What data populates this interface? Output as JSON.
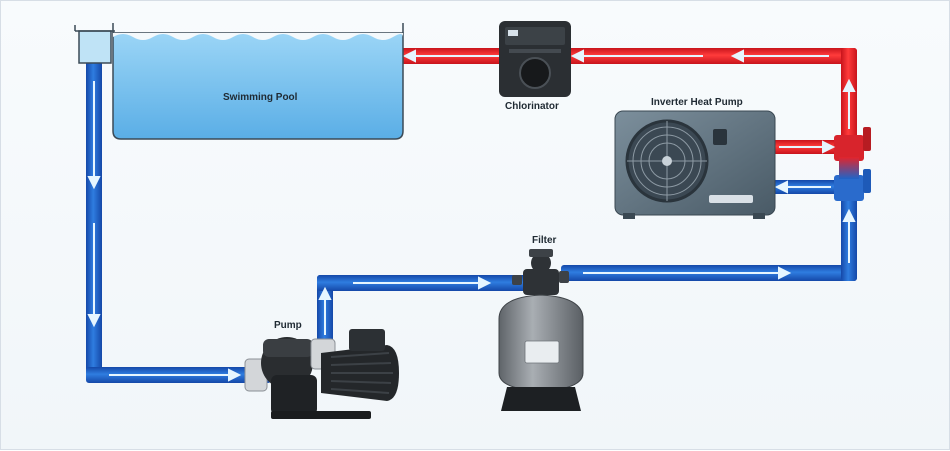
{
  "labels": {
    "pool": "Swimming Pool",
    "chlorinator": "Chlorinator",
    "heat_pump": "Inverter Heat Pump",
    "filter": "Filter",
    "pump": "Pump"
  },
  "colors": {
    "cold_pipe": "#1f64c8",
    "hot_pipe": "#e3242b",
    "pool_water": "#7cc3ee",
    "arrow": "#dff3ff"
  },
  "icons": [
    "pool-icon",
    "chlorinator-icon",
    "heat-pump-icon",
    "filter-tank-icon",
    "pump-icon"
  ]
}
